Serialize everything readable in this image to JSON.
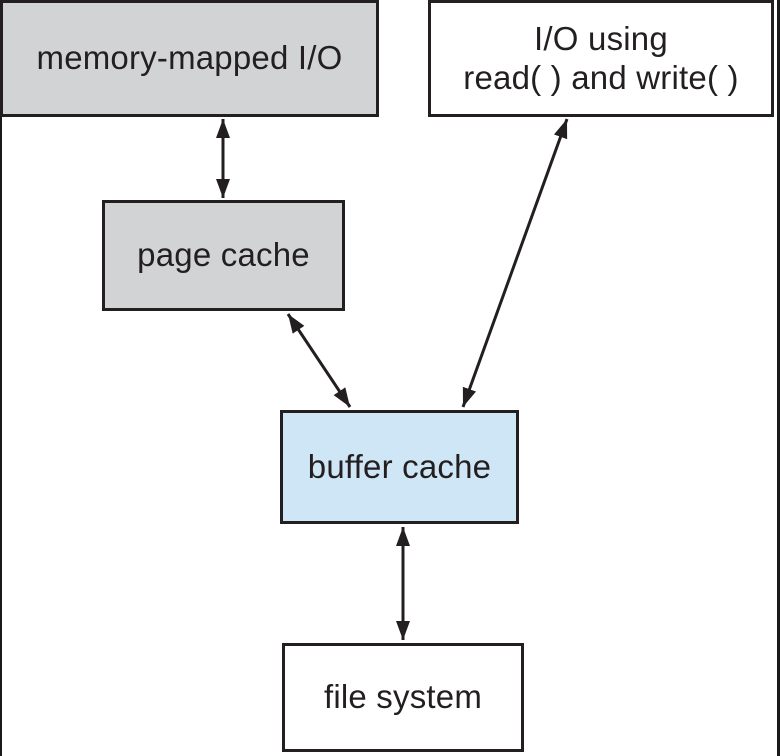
{
  "figure": {
    "nodes": {
      "memory_mapped_io": {
        "label": "memory-mapped I/O",
        "fill": "#d2d3d5"
      },
      "io_read_write": {
        "label_line1": "I/O using",
        "label_line2": "read( ) and write( )",
        "fill": "#ffffff"
      },
      "page_cache": {
        "label": "page cache",
        "fill": "#d2d3d5"
      },
      "buffer_cache": {
        "label": "buffer cache",
        "fill": "#cfe6f6"
      },
      "file_system": {
        "label": "file system",
        "fill": "#ffffff"
      }
    },
    "edges": [
      {
        "from": "memory-mapped I/O",
        "to": "page cache",
        "style": "double-headed-arrow"
      },
      {
        "from": "page cache",
        "to": "buffer cache",
        "style": "double-headed-arrow"
      },
      {
        "from": "I/O using read( ) and write( )",
        "to": "buffer cache",
        "style": "double-headed-arrow"
      },
      {
        "from": "buffer cache",
        "to": "file system",
        "style": "double-headed-arrow"
      }
    ],
    "colors": {
      "border": "#231f20",
      "text": "#231f20",
      "arrow": "#231f20",
      "gray_fill": "#d2d3d5",
      "blue_fill": "#cfe6f6",
      "background": "#ffffff"
    }
  }
}
